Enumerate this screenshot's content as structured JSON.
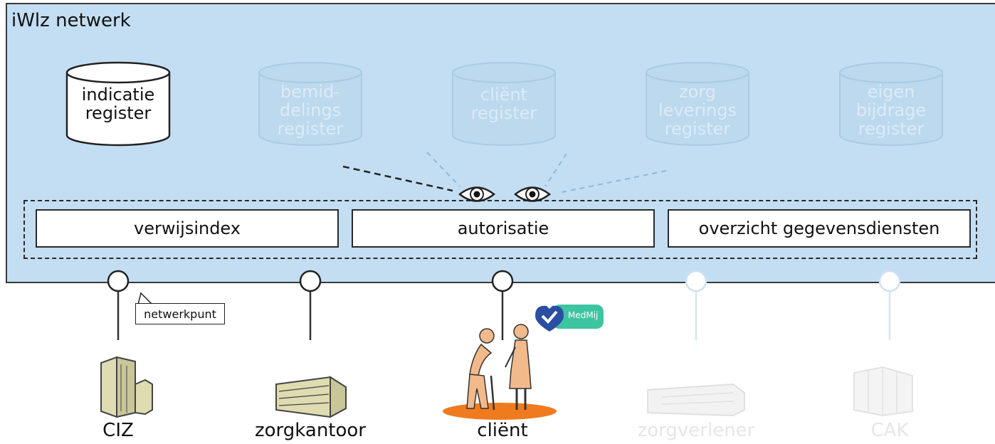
{
  "network": {
    "title": "iWlz netwerk"
  },
  "registries": [
    {
      "label": "indicatie\nregister",
      "state": "active"
    },
    {
      "label": "bemid-\ndelings\nregister",
      "state": "faded"
    },
    {
      "label": "cliënt\nregister",
      "state": "faded"
    },
    {
      "label": "zorg\nleverings\nregister",
      "state": "faded"
    },
    {
      "label": "eigen\nbijdrage\nregister",
      "state": "faded"
    }
  ],
  "services": [
    {
      "label": "verwijsindex"
    },
    {
      "label": "autorisatie"
    },
    {
      "label": "overzicht gegevensdiensten"
    }
  ],
  "callout": {
    "label": "netwerkpunt"
  },
  "medmij": {
    "label": "MedMij"
  },
  "nodes": [
    {
      "label": "CIZ",
      "state": "active"
    },
    {
      "label": "zorgkantoor",
      "state": "active"
    },
    {
      "label": "cliënt",
      "state": "active"
    },
    {
      "label": "zorgverlener",
      "state": "faded"
    },
    {
      "label": "CAK",
      "state": "faded"
    }
  ],
  "colors": {
    "network_bg": "#c3def2",
    "client_ground": "#f07b1e",
    "medmij_green": "#3dc4a0",
    "medmij_blue": "#2b4ea2",
    "building_fill": "#dedcb0"
  }
}
